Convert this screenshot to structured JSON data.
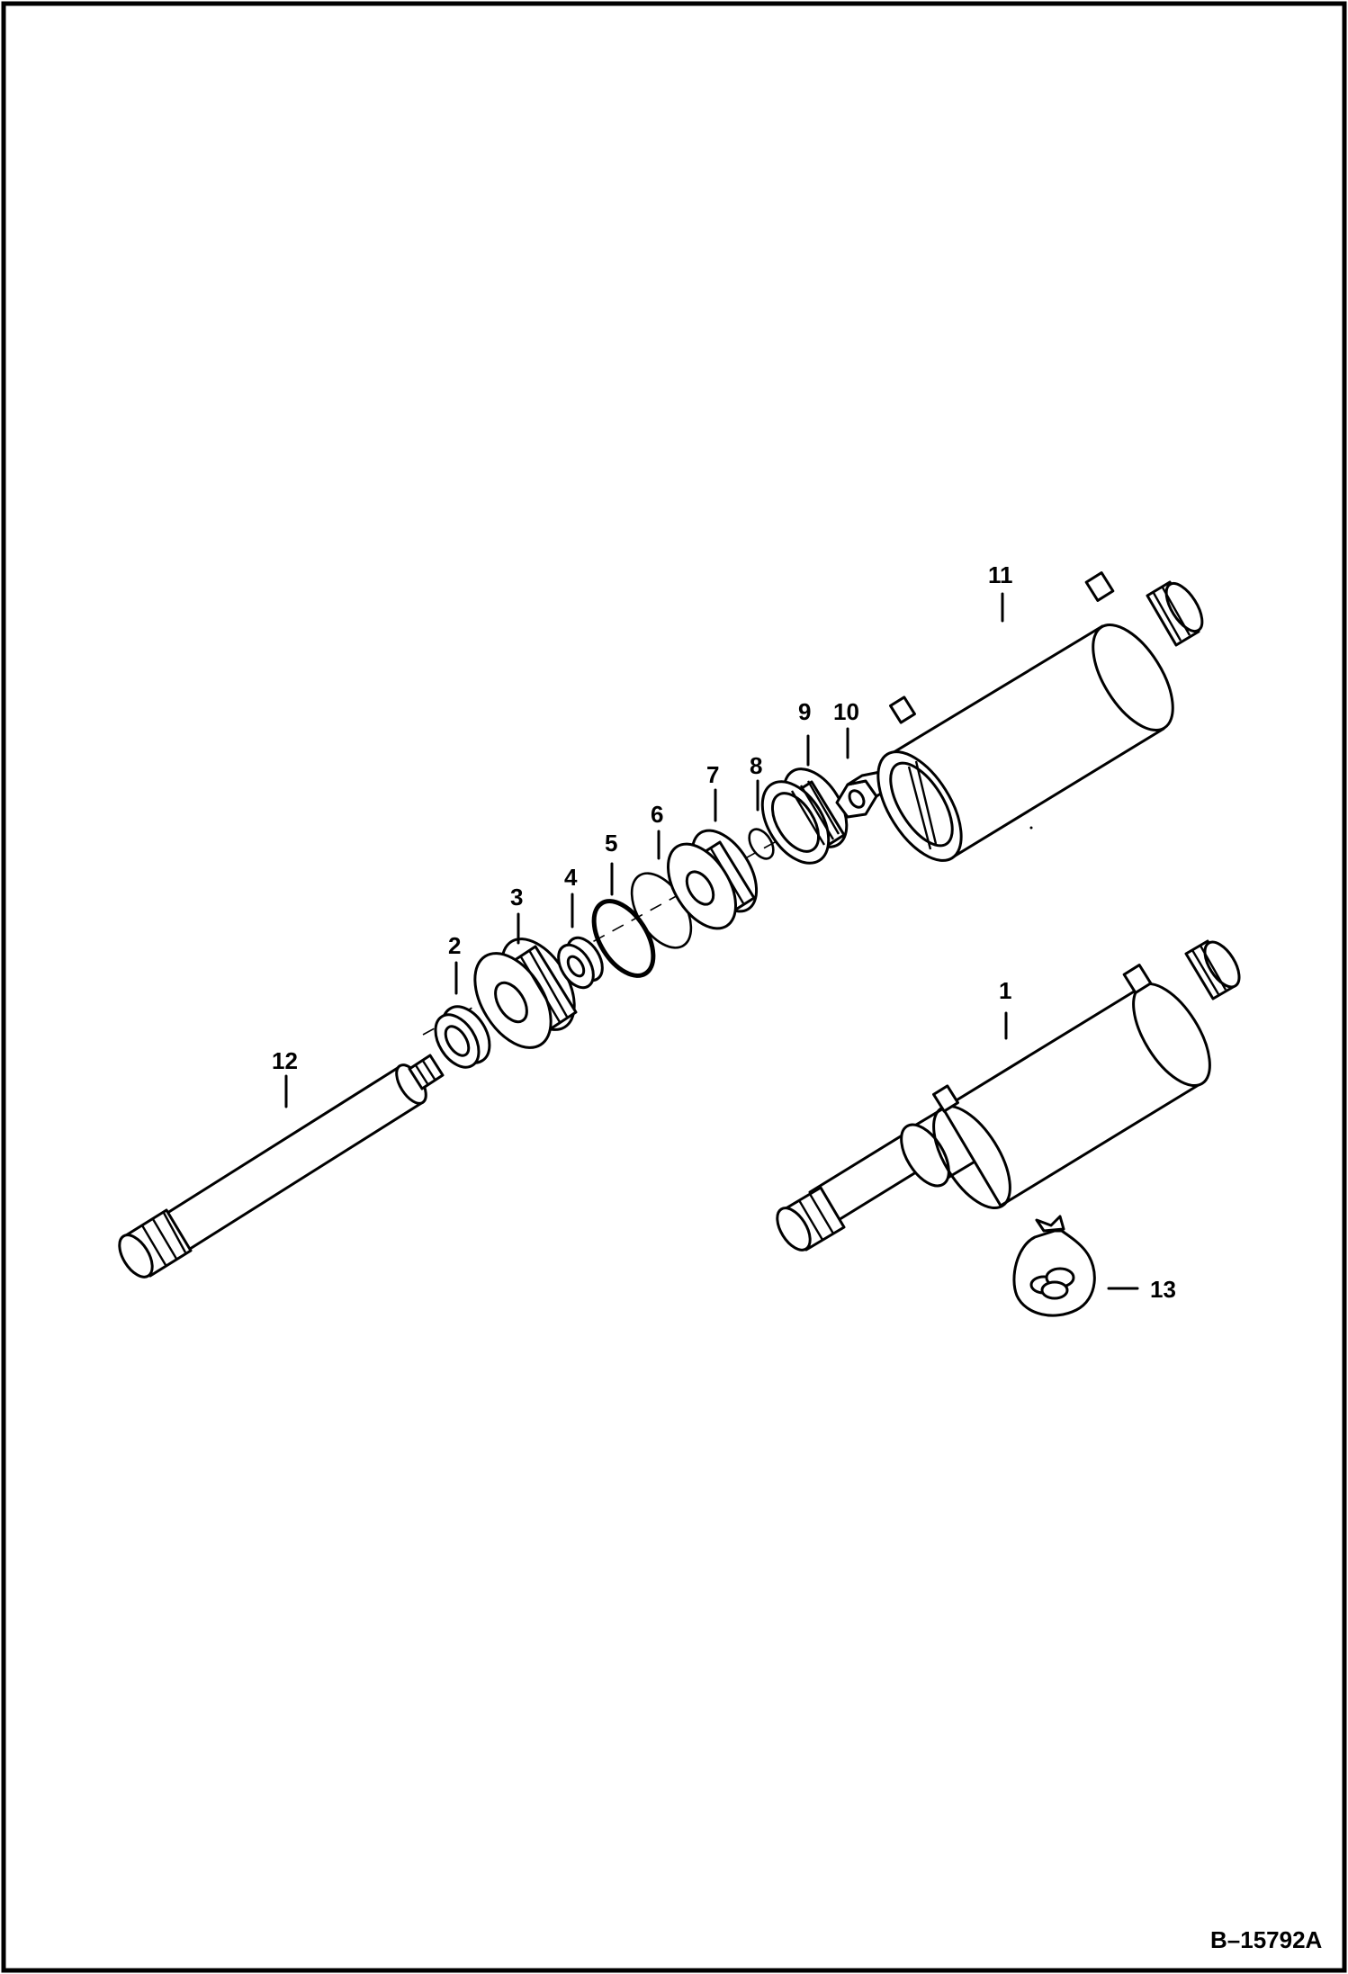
{
  "document_id": "B–15792A",
  "parts": [
    {
      "number": "1"
    },
    {
      "number": "2"
    },
    {
      "number": "3"
    },
    {
      "number": "4"
    },
    {
      "number": "5"
    },
    {
      "number": "6"
    },
    {
      "number": "7"
    },
    {
      "number": "8"
    },
    {
      "number": "9"
    },
    {
      "number": "10"
    },
    {
      "number": "11"
    },
    {
      "number": "12"
    },
    {
      "number": "13"
    }
  ]
}
